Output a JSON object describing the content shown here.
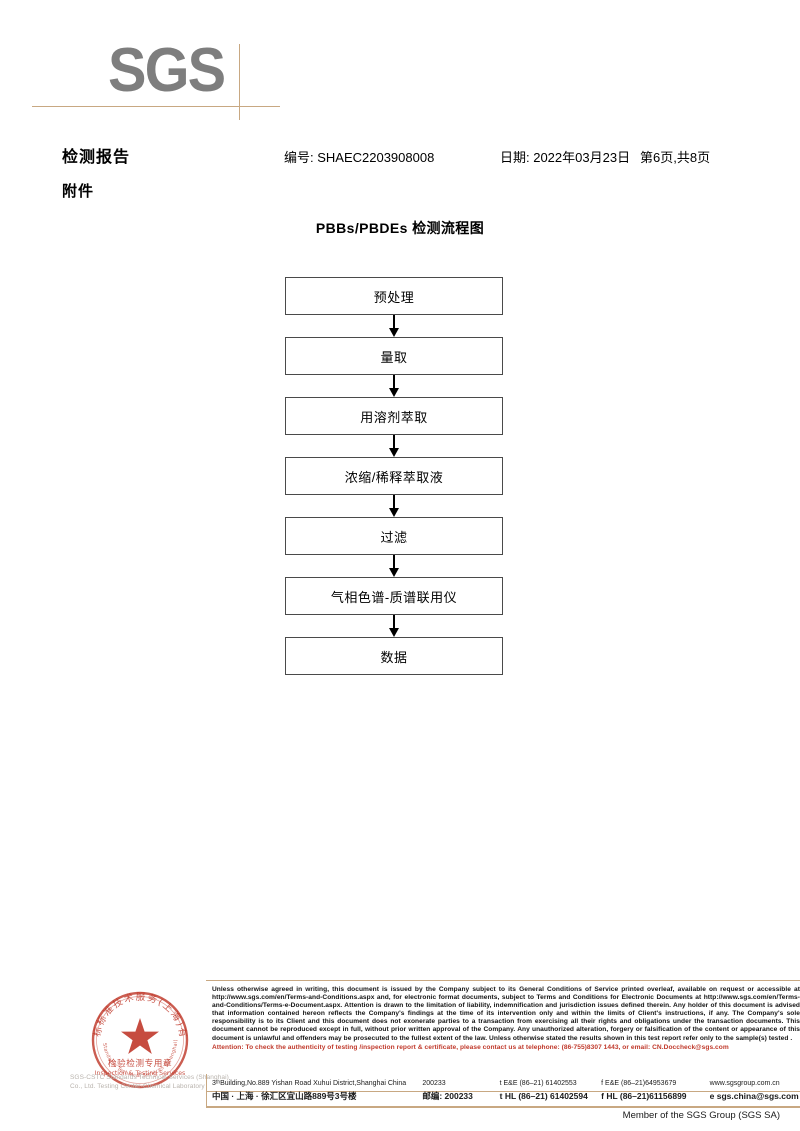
{
  "logo": {
    "brand": "SGS"
  },
  "header": {
    "title": "检测报告",
    "subtitle": "附件",
    "report_no": "编号: SHAEC2203908008",
    "date": "日期: 2022年03月23日",
    "page": "第6页,共8页"
  },
  "flowchart": {
    "title": "PBBs/PBDEs 检测流程图",
    "steps": [
      {
        "label": "预处理"
      },
      {
        "label": "量取"
      },
      {
        "label": "用溶剂萃取"
      },
      {
        "label": "浓缩/稀释萃取液"
      },
      {
        "label": "过滤"
      },
      {
        "label": "气相色谱-质谱联用仪"
      },
      {
        "label": "数据"
      }
    ]
  },
  "seal": {
    "outer_text_cn": "SGS通标标准技术服务(上海)有限公司",
    "inner_text_cn": "检验检测专用章",
    "inner_text_en": "Inspection & Testing Services",
    "caption": "SGS-CSTC Standards Technical Services (Shanghai) Co., Ltd.  Testing Center-Chemical Laboratory",
    "color": "#c0392b"
  },
  "footer": {
    "legal": "Unless otherwise agreed in writing, this document is issued by the Company subject to its General Conditions of Service printed overleaf, available on request or accessible at http://www.sgs.com/en/Terms-and-Conditions.aspx and, for electronic format documents, subject to Terms and Conditions for Electronic Documents at http://www.sgs.com/en/Terms-and-Conditions/Terms-e-Document.aspx. Attention is drawn to the limitation of liability, indemnification and jurisdiction issues defined therein. Any holder of this document is advised that information contained hereon reflects the Company's findings at the time of its intervention only and within the limits of Client's instructions, if any. The Company's sole responsibility is to its Client and this document does not exonerate parties to a transaction from exercising all their rights and obligations under the transaction documents. This document cannot be reproduced except in full, without prior written approval of the Company. Any unauthorized alteration, forgery or falsification of the content or appearance of this document is unlawful and offenders may be prosecuted to the fullest extent of the law. Unless otherwise stated the results shown in this test report refer only to the sample(s) tested .",
    "attention": "Attention: To check the authenticity of testing /inspection report & certificate, please contact us at telephone: (86-755)8307 1443, or email: CN.Doccheck@sgs.com",
    "address_en": "3ᵗʰBuilding,No.889 Yishan Road Xuhui District,Shanghai China",
    "postcode_en": "200233",
    "tel_en": "t E&E (86–21) 61402553",
    "fax_en": "f E&E (86–21)64953679",
    "web_en": "www.sgsgroup.com.cn",
    "address_cn": "中国 · 上海 · 徐汇区宜山路889号3号楼",
    "postcode_cn": "邮编: 200233",
    "tel_cn": "t HL (86–21) 61402594",
    "fax_cn": "f HL (86–21)61156899",
    "web_cn": "e sgs.china@sgs.com",
    "member": "Member of the SGS Group (SGS SA)",
    "accent_color": "#c8a882"
  }
}
